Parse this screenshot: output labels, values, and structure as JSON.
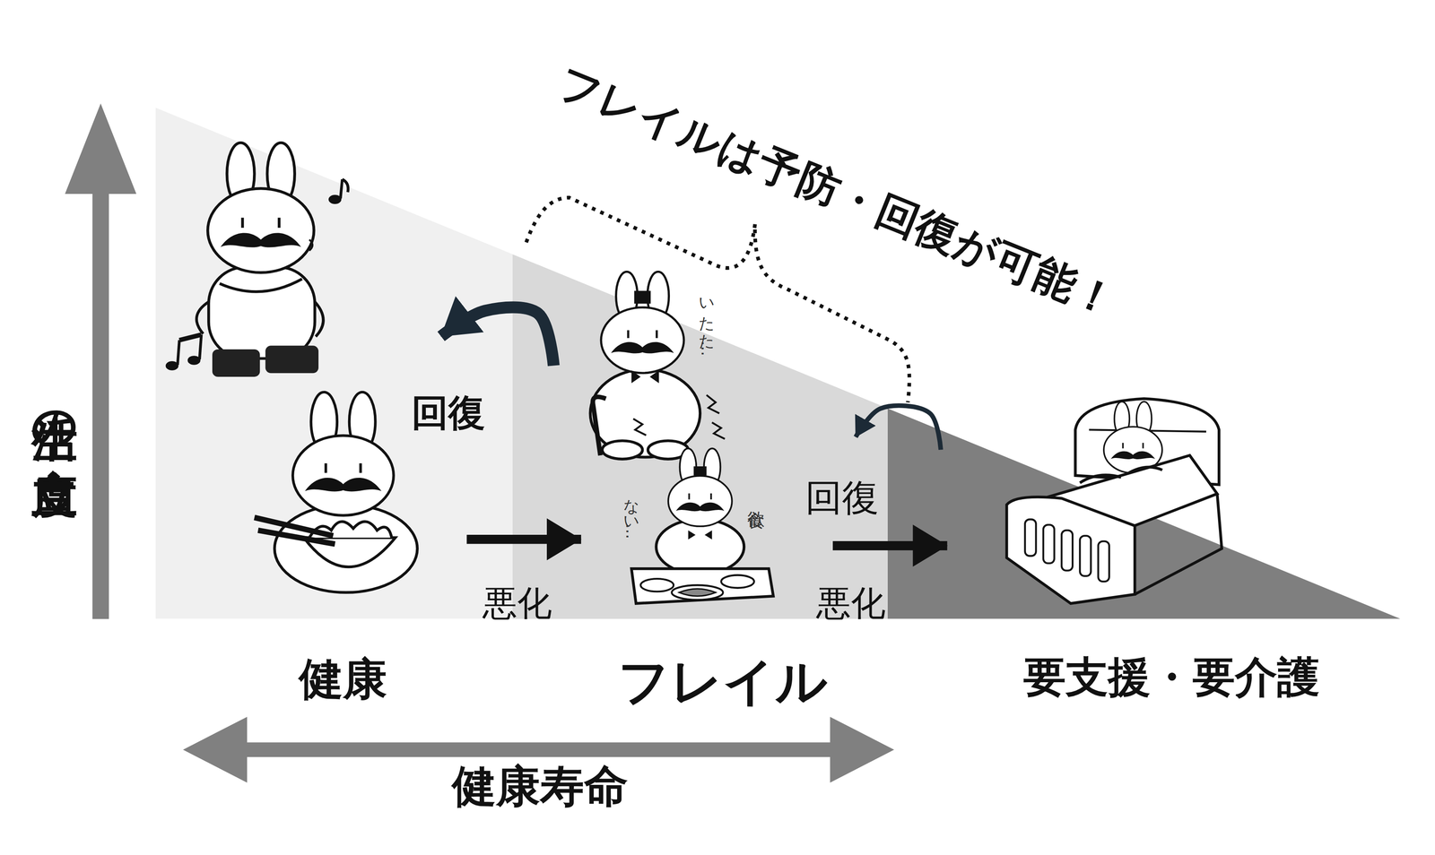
{
  "diagram": {
    "nodes": [
      {
        "text": [
          "健康"
        ]
      },
      {
        "text": [
          "フレイル"
        ]
      },
      {
        "text": [
          "要支援・要介護"
        ]
      }
    ],
    "edges": [
      {
        "from": 0,
        "to": 1,
        "label": "悪化",
        "arrow": "to"
      },
      {
        "from": 1,
        "to": 0,
        "label": "回復",
        "arrow": "to"
      },
      {
        "from": 1,
        "to": 2,
        "label": "悪化",
        "arrow": "to"
      },
      {
        "from": 2,
        "to": 1,
        "label": "回復",
        "arrow": "to"
      }
    ],
    "labels": [
      "フレイルは予防・回復が可能！",
      "生活の自立度",
      "健康寿命",
      "いたた…",
      "食欲",
      "ない…"
    ]
  }
}
